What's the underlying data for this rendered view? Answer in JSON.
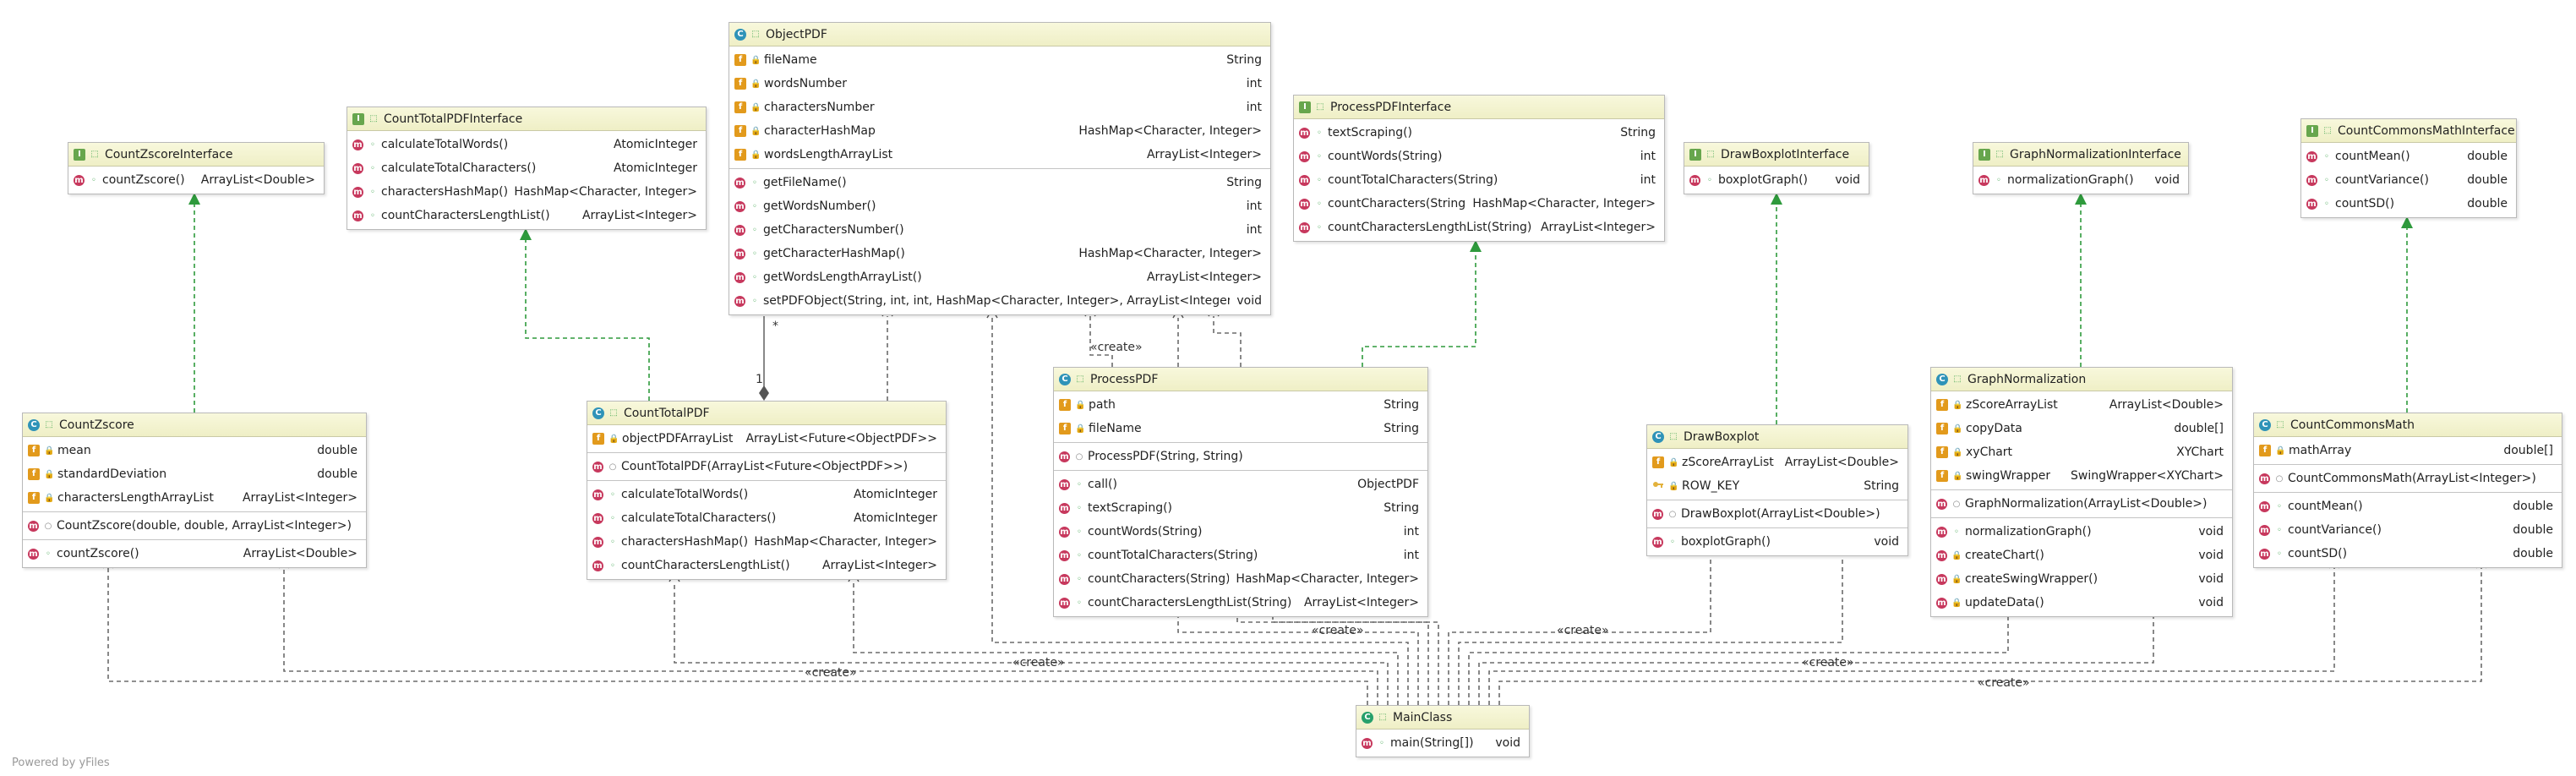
{
  "watermark": "Powered by yFiles",
  "classes": [
    {
      "id": "ObjectPDF",
      "kind": "class",
      "name": "ObjectPDF",
      "sections": [
        [
          {
            "icon": "f",
            "vis": "lock",
            "name": "fileName",
            "type": "String"
          },
          {
            "icon": "f",
            "vis": "lock",
            "name": "wordsNumber",
            "type": "int"
          },
          {
            "icon": "f",
            "vis": "lock",
            "name": "charactersNumber",
            "type": "int"
          },
          {
            "icon": "f",
            "vis": "lock",
            "name": "characterHashMap",
            "type": "HashMap<Character, Integer>"
          },
          {
            "icon": "f",
            "vis": "lock",
            "name": "wordsLengthArrayList",
            "type": "ArrayList<Integer>"
          }
        ],
        [
          {
            "icon": "m",
            "vis": "pub",
            "name": "getFileName()",
            "type": "String"
          },
          {
            "icon": "m",
            "vis": "pub",
            "name": "getWordsNumber()",
            "type": "int"
          },
          {
            "icon": "m",
            "vis": "pub",
            "name": "getCharactersNumber()",
            "type": "int"
          },
          {
            "icon": "m",
            "vis": "pub",
            "name": "getCharacterHashMap()",
            "type": "HashMap<Character, Integer>"
          },
          {
            "icon": "m",
            "vis": "pub",
            "name": "getWordsLengthArrayList()",
            "type": "ArrayList<Integer>"
          },
          {
            "icon": "m",
            "vis": "pub",
            "name": "setPDFObject(String, int, int, HashMap<Character, Integer>, ArrayList<Integer>)",
            "type": "void"
          }
        ]
      ]
    },
    {
      "id": "CountTotalPDFInterface",
      "kind": "iface",
      "name": "CountTotalPDFInterface",
      "sections": [
        [
          {
            "icon": "m",
            "vis": "pub",
            "name": "calculateTotalWords()",
            "type": "AtomicInteger"
          },
          {
            "icon": "m",
            "vis": "pub",
            "name": "calculateTotalCharacters()",
            "type": "AtomicInteger"
          },
          {
            "icon": "m",
            "vis": "pub",
            "name": "charactersHashMap()",
            "type": "HashMap<Character, Integer>"
          },
          {
            "icon": "m",
            "vis": "pub",
            "name": "countCharactersLengthList()",
            "type": "ArrayList<Integer>"
          }
        ]
      ]
    },
    {
      "id": "CountZscoreInterface",
      "kind": "iface",
      "name": "CountZscoreInterface",
      "sections": [
        [
          {
            "icon": "m",
            "vis": "pub",
            "name": "countZscore()",
            "type": "ArrayList<Double>"
          }
        ]
      ]
    },
    {
      "id": "ProcessPDFInterface",
      "kind": "iface",
      "name": "ProcessPDFInterface",
      "sections": [
        [
          {
            "icon": "m",
            "vis": "pub",
            "name": "textScraping()",
            "type": "String"
          },
          {
            "icon": "m",
            "vis": "pub",
            "name": "countWords(String)",
            "type": "int"
          },
          {
            "icon": "m",
            "vis": "pub",
            "name": "countTotalCharacters(String)",
            "type": "int"
          },
          {
            "icon": "m",
            "vis": "pub",
            "name": "countCharacters(String)",
            "type": "HashMap<Character, Integer>"
          },
          {
            "icon": "m",
            "vis": "pub",
            "name": "countCharactersLengthList(String)",
            "type": "ArrayList<Integer>"
          }
        ]
      ]
    },
    {
      "id": "DrawBoxplotInterface",
      "kind": "iface",
      "name": "DrawBoxplotInterface",
      "sections": [
        [
          {
            "icon": "m",
            "vis": "pub",
            "name": "boxplotGraph()",
            "type": "void"
          }
        ]
      ]
    },
    {
      "id": "GraphNormalizationInterface",
      "kind": "iface",
      "name": "GraphNormalizationInterface",
      "sections": [
        [
          {
            "icon": "m",
            "vis": "pub",
            "name": "normalizationGraph()",
            "type": "void"
          }
        ]
      ]
    },
    {
      "id": "CountCommonsMathInterface",
      "kind": "iface",
      "name": "CountCommonsMathInterface",
      "sections": [
        [
          {
            "icon": "m",
            "vis": "pub",
            "name": "countMean()",
            "type": "double"
          },
          {
            "icon": "m",
            "vis": "pub",
            "name": "countVariance()",
            "type": "double"
          },
          {
            "icon": "m",
            "vis": "pub",
            "name": "countSD()",
            "type": "double"
          }
        ]
      ]
    },
    {
      "id": "CountZscore",
      "kind": "class",
      "name": "CountZscore",
      "sections": [
        [
          {
            "icon": "f",
            "vis": "lock",
            "name": "mean",
            "type": "double"
          },
          {
            "icon": "f",
            "vis": "lock",
            "name": "standardDeviation",
            "type": "double"
          },
          {
            "icon": "f",
            "vis": "lock",
            "name": "charactersLengthArrayList",
            "type": "ArrayList<Integer>"
          }
        ],
        [
          {
            "icon": "m",
            "vis": "pkg",
            "name": "CountZscore(double, double, ArrayList<Integer>)",
            "type": ""
          }
        ],
        [
          {
            "icon": "m",
            "vis": "pub",
            "name": "countZscore()",
            "type": "ArrayList<Double>"
          }
        ]
      ]
    },
    {
      "id": "CountTotalPDF",
      "kind": "class",
      "name": "CountTotalPDF",
      "sections": [
        [
          {
            "icon": "f",
            "vis": "lock",
            "name": "objectPDFArrayList",
            "type": "ArrayList<Future<ObjectPDF>>"
          }
        ],
        [
          {
            "icon": "m",
            "vis": "pkg",
            "name": "CountTotalPDF(ArrayList<Future<ObjectPDF>>)",
            "type": ""
          }
        ],
        [
          {
            "icon": "m",
            "vis": "pub",
            "name": "calculateTotalWords()",
            "type": "AtomicInteger"
          },
          {
            "icon": "m",
            "vis": "pub",
            "name": "calculateTotalCharacters()",
            "type": "AtomicInteger"
          },
          {
            "icon": "m",
            "vis": "pub",
            "name": "charactersHashMap()",
            "type": "HashMap<Character, Integer>"
          },
          {
            "icon": "m",
            "vis": "pub",
            "name": "countCharactersLengthList()",
            "type": "ArrayList<Integer>"
          }
        ]
      ]
    },
    {
      "id": "ProcessPDF",
      "kind": "class",
      "name": "ProcessPDF",
      "sections": [
        [
          {
            "icon": "f",
            "vis": "lock",
            "name": "path",
            "type": "String"
          },
          {
            "icon": "f",
            "vis": "lock",
            "name": "fileName",
            "type": "String"
          }
        ],
        [
          {
            "icon": "m",
            "vis": "pkg",
            "name": "ProcessPDF(String, String)",
            "type": ""
          }
        ],
        [
          {
            "icon": "m",
            "vis": "pub",
            "name": "call()",
            "type": "ObjectPDF"
          },
          {
            "icon": "m",
            "vis": "pub",
            "name": "textScraping()",
            "type": "String"
          },
          {
            "icon": "m",
            "vis": "pub",
            "name": "countWords(String)",
            "type": "int"
          },
          {
            "icon": "m",
            "vis": "pub",
            "name": "countTotalCharacters(String)",
            "type": "int"
          },
          {
            "icon": "m",
            "vis": "pub",
            "name": "countCharacters(String)",
            "type": "HashMap<Character, Integer>"
          },
          {
            "icon": "m",
            "vis": "pub",
            "name": "countCharactersLengthList(String)",
            "type": "ArrayList<Integer>"
          }
        ]
      ]
    },
    {
      "id": "DrawBoxplot",
      "kind": "class",
      "name": "DrawBoxplot",
      "sections": [
        [
          {
            "icon": "f",
            "vis": "lock",
            "name": "zScoreArrayList",
            "type": "ArrayList<Double>"
          },
          {
            "icon": "key",
            "vis": "lock",
            "name": "ROW_KEY",
            "type": "String"
          }
        ],
        [
          {
            "icon": "m",
            "vis": "pkg",
            "name": "DrawBoxplot(ArrayList<Double>)",
            "type": ""
          }
        ],
        [
          {
            "icon": "m",
            "vis": "pub",
            "name": "boxplotGraph()",
            "type": "void"
          }
        ]
      ]
    },
    {
      "id": "GraphNormalization",
      "kind": "class",
      "name": "GraphNormalization",
      "sections": [
        [
          {
            "icon": "f",
            "vis": "lock",
            "name": "zScoreArrayList",
            "type": "ArrayList<Double>"
          },
          {
            "icon": "f",
            "vis": "lock",
            "name": "copyData",
            "type": "double[]"
          },
          {
            "icon": "f",
            "vis": "lock",
            "name": "xyChart",
            "type": "XYChart"
          },
          {
            "icon": "f",
            "vis": "lock",
            "name": "swingWrapper",
            "type": "SwingWrapper<XYChart>"
          }
        ],
        [
          {
            "icon": "m",
            "vis": "pkg",
            "name": "GraphNormalization(ArrayList<Double>)",
            "type": ""
          }
        ],
        [
          {
            "icon": "m",
            "vis": "pub",
            "name": "normalizationGraph()",
            "type": "void"
          },
          {
            "icon": "m",
            "vis": "lock",
            "name": "createChart()",
            "type": "void"
          },
          {
            "icon": "m",
            "vis": "lock",
            "name": "createSwingWrapper()",
            "type": "void"
          },
          {
            "icon": "m",
            "vis": "lock",
            "name": "updateData()",
            "type": "void"
          }
        ]
      ]
    },
    {
      "id": "CountCommonsMath",
      "kind": "class",
      "name": "CountCommonsMath",
      "sections": [
        [
          {
            "icon": "f",
            "vis": "lock",
            "name": "mathArray",
            "type": "double[]"
          }
        ],
        [
          {
            "icon": "m",
            "vis": "pkg",
            "name": "CountCommonsMath(ArrayList<Integer>)",
            "type": ""
          }
        ],
        [
          {
            "icon": "m",
            "vis": "pub",
            "name": "countMean()",
            "type": "double"
          },
          {
            "icon": "m",
            "vis": "pub",
            "name": "countVariance()",
            "type": "double"
          },
          {
            "icon": "m",
            "vis": "pub",
            "name": "countSD()",
            "type": "double"
          }
        ]
      ]
    },
    {
      "id": "MainClass",
      "kind": "main",
      "name": "MainClass",
      "sections": [
        [
          {
            "icon": "m",
            "vis": "pub",
            "name": "main(String[])",
            "type": "void"
          }
        ]
      ]
    }
  ],
  "edge_labels": {
    "create": "«create»"
  },
  "multiplicity": {
    "many": "*",
    "one": "1"
  }
}
